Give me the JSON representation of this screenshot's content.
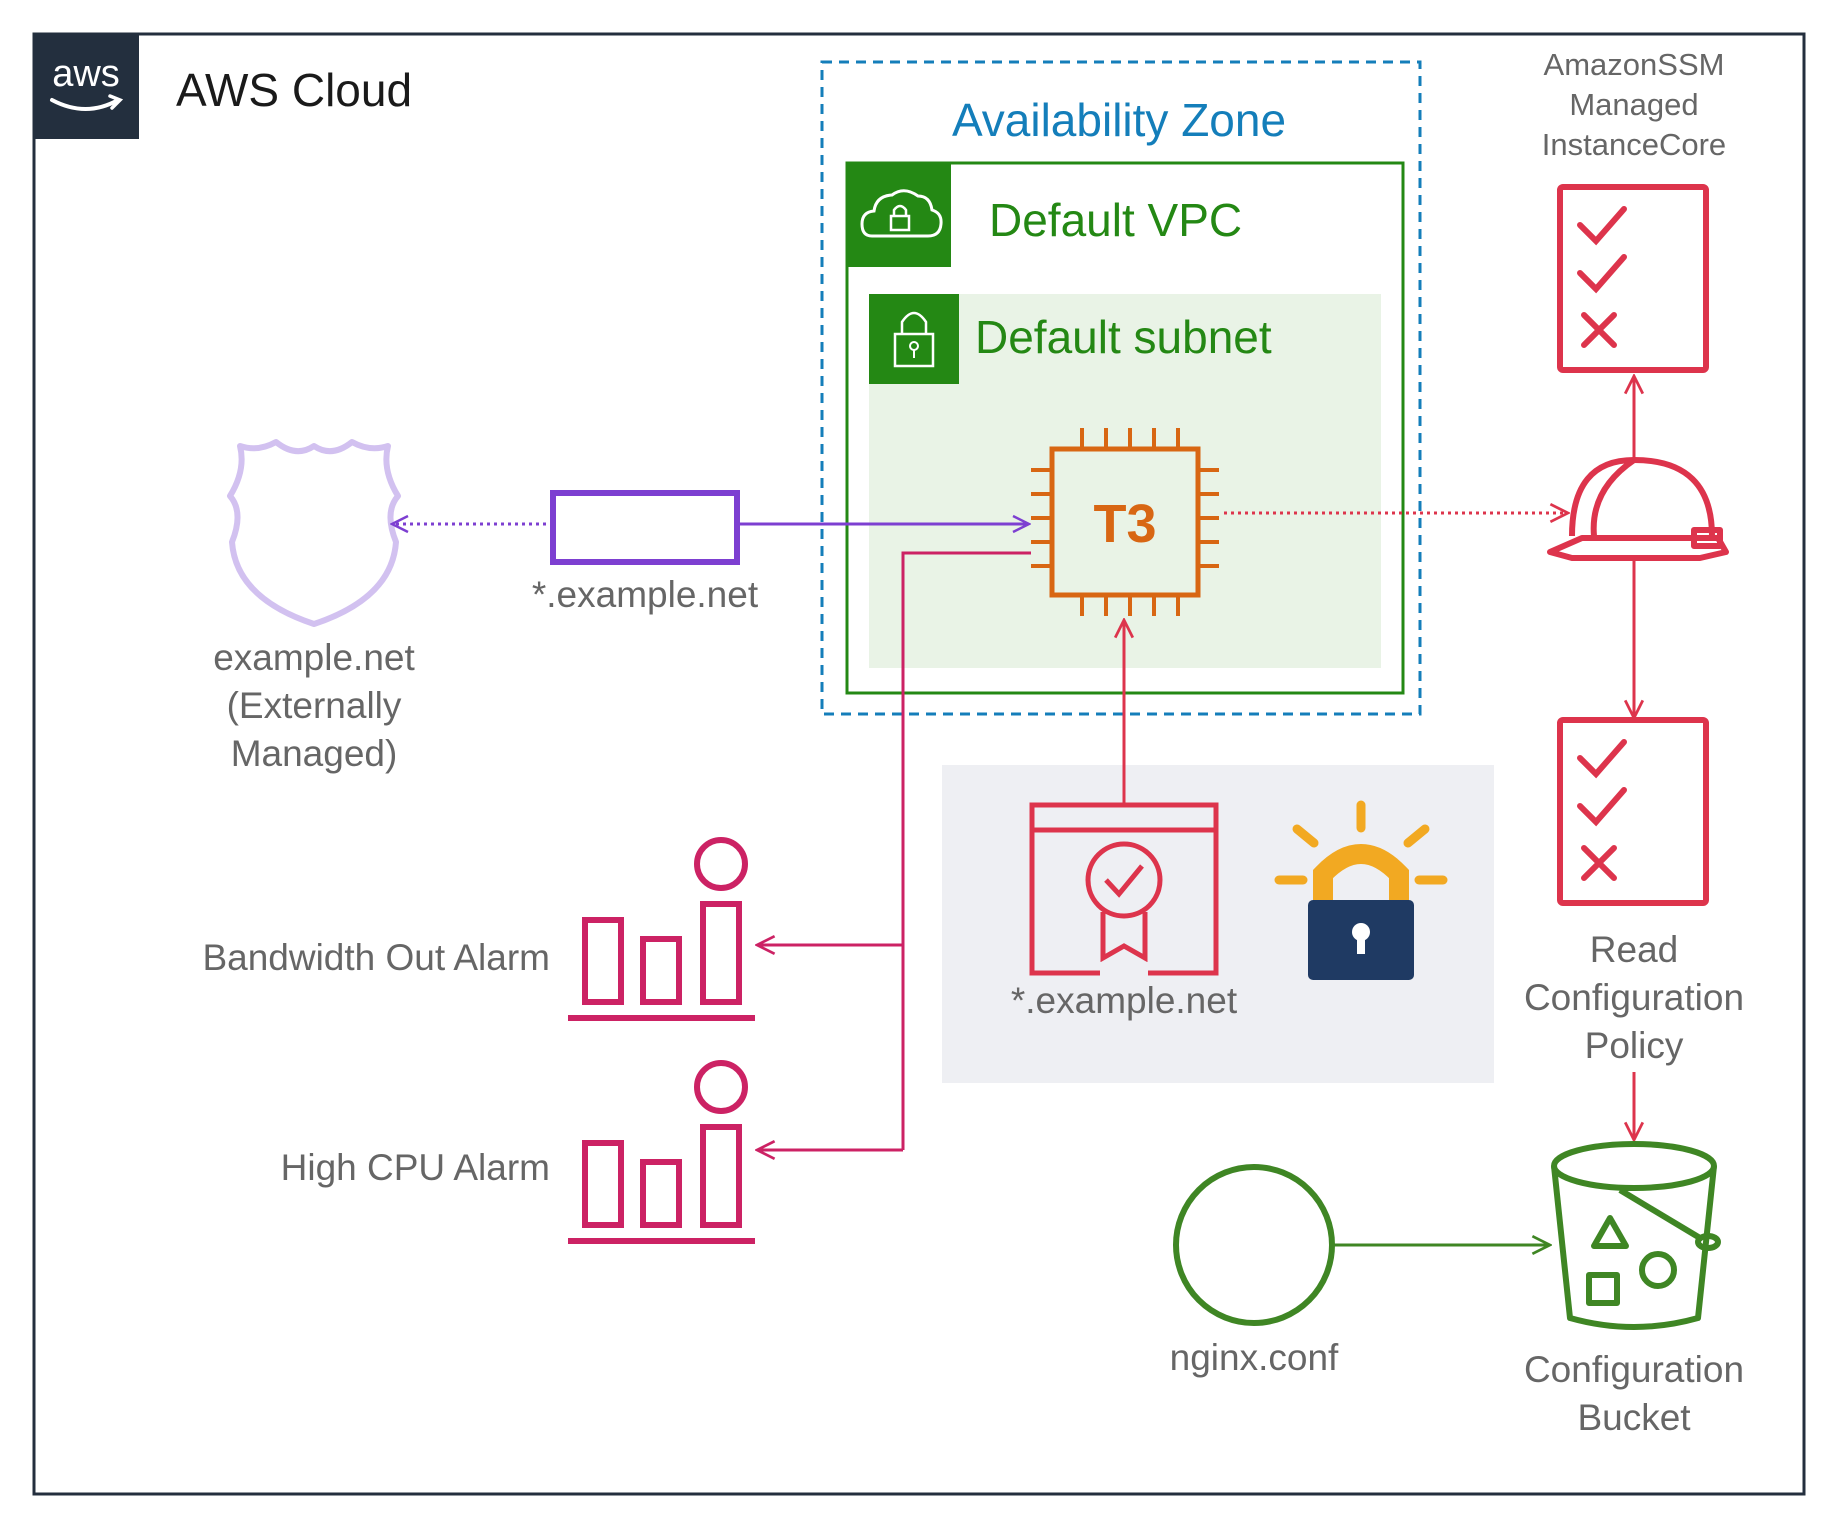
{
  "cloud": {
    "title": "AWS Cloud",
    "logo_text": "aws"
  },
  "availability_zone": {
    "title": "Availability Zone"
  },
  "vpc": {
    "title": "Default VPC"
  },
  "subnet": {
    "title": "Default subnet"
  },
  "instance": {
    "label": "T3"
  },
  "route53": {
    "label_lines": [
      "example.net",
      "(Externally",
      "Managed)"
    ]
  },
  "dns_record": {
    "label": "*.example.net"
  },
  "certificate": {
    "label": "*.example.net"
  },
  "alarms": {
    "bandwidth": "Bandwidth Out Alarm",
    "cpu": "High CPU Alarm"
  },
  "ssm_policy": {
    "label_lines": [
      "AmazonSSM",
      "Managed",
      "InstanceCore"
    ]
  },
  "read_policy": {
    "label_lines": [
      "Read",
      "Configuration",
      "Policy"
    ]
  },
  "nginx_conf": {
    "label": "nginx.conf"
  },
  "config_bucket": {
    "label_lines": [
      "Configuration",
      "Bucket"
    ]
  },
  "colors": {
    "aws_dark": "#232f3e",
    "az_blue": "#147eba",
    "vpc_green": "#248814",
    "subnet_fill": "#e9f3e6",
    "ec2_orange": "#d86613",
    "iam_red": "#dd344c",
    "cloudwatch_pink": "#cc2264",
    "route53_purple": "#8c4fff",
    "dns_record_purple": "#7d3fd1",
    "s3_green": "#3f8624",
    "cert_panel": "#eeeff3",
    "lock_navy": "#1f3a63",
    "lock_gold": "#f2a922",
    "label_gray": "#666666"
  }
}
